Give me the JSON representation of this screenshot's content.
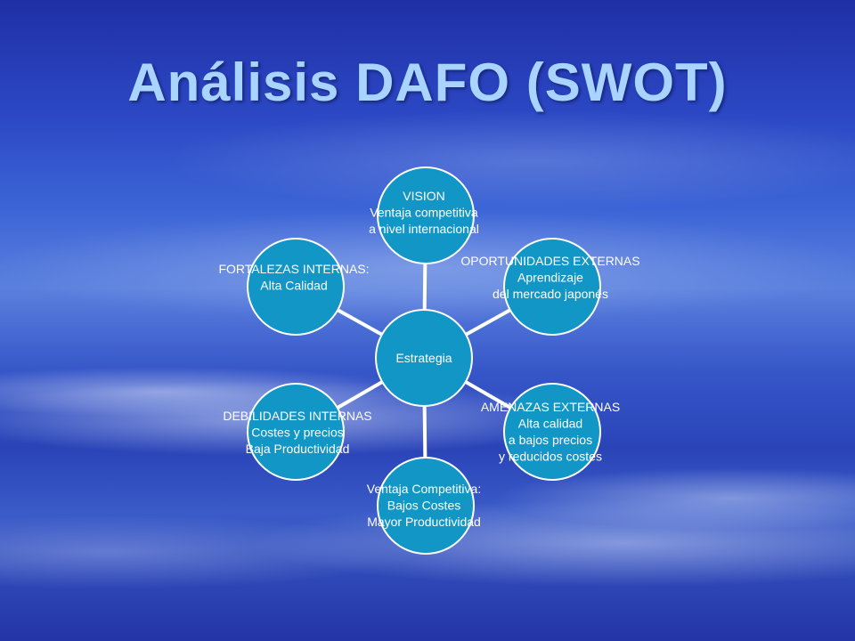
{
  "title": "Análisis DAFO (SWOT)",
  "center": {
    "label": "Estrategia"
  },
  "nodes": [
    {
      "id": "vision",
      "lines": [
        "VISION",
        "Ventaja competitiva",
        "a nivel internacional"
      ]
    },
    {
      "id": "oportunidades",
      "lines": [
        "OPORTUNIDADES EXTERNAS",
        "Aprendizaje",
        "del mercado japonés"
      ]
    },
    {
      "id": "amenazas",
      "lines": [
        "AMENAZAS EXTERNAS",
        "Alta calidad",
        "a bajos precios",
        "y reducidos costes"
      ]
    },
    {
      "id": "ventaja",
      "lines": [
        "Ventaja Competitiva:",
        "Bajos Costes",
        "Mayor Productividad"
      ]
    },
    {
      "id": "debilidades",
      "lines": [
        "DEBILIDADES INTERNAS",
        "Costes y precios",
        "Baja Productividad"
      ]
    },
    {
      "id": "fortalezas",
      "lines": [
        "FORTALEZAS INTERNAS:",
        "Alta Calidad"
      ]
    }
  ],
  "colors": {
    "node_fill": "#1196c6",
    "title": "#a9d4ff",
    "spoke": "#ffffff"
  }
}
